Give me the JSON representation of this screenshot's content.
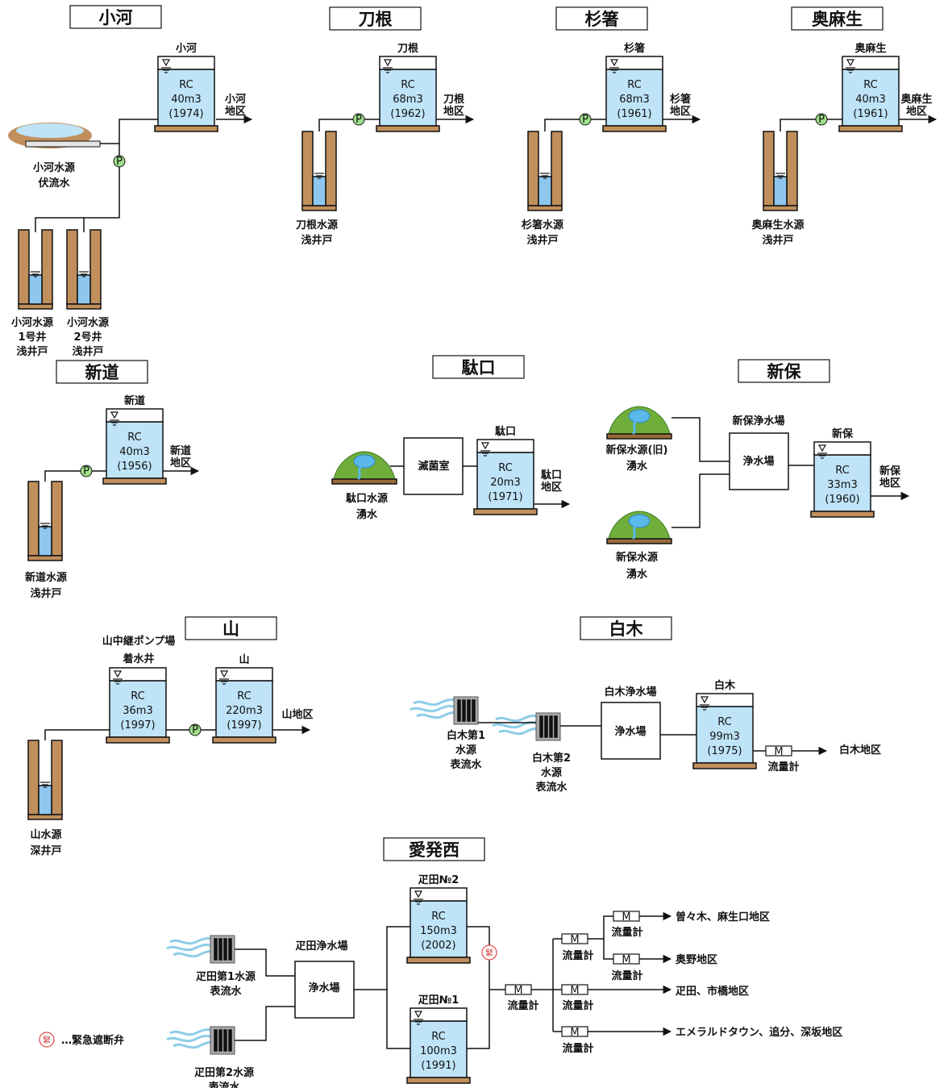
{
  "colors": {
    "water": "#bfe3f7",
    "soil": "#c08f5c",
    "line": "#111111",
    "pump": "#9fe08a"
  },
  "sections": {
    "kogawa": {
      "title": "小河",
      "tank": {
        "name": "小河",
        "material": "RC",
        "capacity": "40m3",
        "year": "(1974)"
      },
      "dest_1": "小河",
      "dest_2": "地区",
      "src_fukuryu_1": "小河水源",
      "src_fukuryu_2": "伏流水",
      "well1_1": "小河水源",
      "well1_2": "1号井",
      "well1_3": "浅井戸",
      "well2_1": "小河水源",
      "well2_2": "2号井",
      "well2_3": "浅井戸",
      "pump": "P"
    },
    "tone": {
      "title": "刀根",
      "tank": {
        "name": "刀根",
        "material": "RC",
        "capacity": "68m3",
        "year": "(1962)"
      },
      "dest_1": "刀根",
      "dest_2": "地区",
      "src_1": "刀根水源",
      "src_2": "浅井戸",
      "pump": "P"
    },
    "sugihashi": {
      "title": "杉箸",
      "tank": {
        "name": "杉箸",
        "material": "RC",
        "capacity": "68m3",
        "year": "(1961)"
      },
      "dest_1": "杉箸",
      "dest_2": "地区",
      "src_1": "杉箸水源",
      "src_2": "浅井戸",
      "pump": "P"
    },
    "omaoi": {
      "title": "奥麻生",
      "tank": {
        "name": "奥麻生",
        "material": "RC",
        "capacity": "40m3",
        "year": "(1961)"
      },
      "dest_1": "奥麻生",
      "dest_2": "地区",
      "src_1": "奥麻生水源",
      "src_2": "浅井戸",
      "pump": "P"
    },
    "shindo": {
      "title": "新道",
      "tank": {
        "name": "新道",
        "material": "RC",
        "capacity": "40m3",
        "year": "(1956)"
      },
      "dest_1": "新道",
      "dest_2": "地区",
      "src_1": "新道水源",
      "src_2": "浅井戸",
      "pump": "P"
    },
    "dakuchi": {
      "title": "駄口",
      "tank": {
        "name": "駄口",
        "material": "RC",
        "capacity": "20m3",
        "year": "(1971)"
      },
      "dest_1": "駄口",
      "dest_2": "地区",
      "disinfect": "滅菌室",
      "src_1": "駄口水源",
      "src_2": "湧水"
    },
    "shinbo": {
      "title": "新保",
      "plant_name": "新保浄水場",
      "plant_box": "浄水場",
      "tank": {
        "name": "新保",
        "material": "RC",
        "capacity": "33m3",
        "year": "(1960)"
      },
      "dest_1": "新保",
      "dest_2": "地区",
      "src_old_1": "新保水源(旧)",
      "src_old_2": "湧水",
      "src_1": "新保水源",
      "src_2": "湧水"
    },
    "yama": {
      "title": "山",
      "relay_1": "山中継ポンプ場",
      "relay_2": "着水井",
      "relay_tank": {
        "material": "RC",
        "capacity": "36m3",
        "year": "(1997)"
      },
      "tank": {
        "name": "山",
        "material": "RC",
        "capacity": "220m3",
        "year": "(1997)"
      },
      "dest": "山地区",
      "src_1": "山水源",
      "src_2": "深井戸",
      "pump": "P"
    },
    "shiraki": {
      "title": "白木",
      "plant_name": "白木浄水場",
      "plant_box": "浄水場",
      "tank": {
        "name": "白木",
        "material": "RC",
        "capacity": "99m3",
        "year": "(1975)"
      },
      "meter_m": "M",
      "meter_label": "流量計",
      "dest": "白木地区",
      "src1_1": "白木第1",
      "src1_2": "水源",
      "src1_3": "表流水",
      "src2_1": "白木第2",
      "src2_2": "水源",
      "src2_3": "表流水"
    },
    "aihatsu": {
      "title": "愛発西",
      "plant_name": "疋田浄水場",
      "plant_box": "浄水場",
      "tank2": {
        "name": "疋田№2",
        "material": "RC",
        "capacity": "150m3",
        "year": "(2002)"
      },
      "tank1": {
        "name": "疋田№1",
        "material": "RC",
        "capacity": "100m3",
        "year": "(1991)"
      },
      "valve_mark": "緊",
      "legend": "…緊急遮断弁",
      "meter_m": "M",
      "meter_label": "流量計",
      "dest_1": "曽々木、麻生口地区",
      "dest_2": "奥野地区",
      "dest_3": "疋田、市橋地区",
      "dest_4": "エメラルドタウン、追分、深坂地区",
      "src1_1": "疋田第1水源",
      "src1_2": "表流水",
      "src2_1": "疋田第2水源",
      "src2_2": "表流水"
    }
  }
}
